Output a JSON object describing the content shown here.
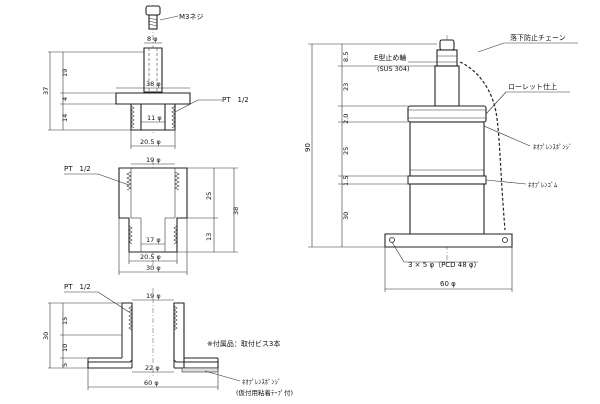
{
  "top_part": {
    "callout_m3": "M3ネジ",
    "dim_8": "8 φ",
    "dim_38": "38 φ",
    "dim_11": "11 φ",
    "dim_20_5": "20.5 φ",
    "dim_37": "37",
    "dim_19": "19",
    "dim_4": "4",
    "dim_14": "14",
    "callout_pt": "PT　1/2"
  },
  "mid_part": {
    "callout_pt": "PT　1/2",
    "dim_19": "19 φ",
    "dim_17": "17 φ",
    "dim_20_5": "20.5 φ",
    "dim_30": "30 φ",
    "dim_25": "25",
    "dim_13": "13",
    "dim_38": "38"
  },
  "bottom_part": {
    "callout_pt": "PT　1/2",
    "dim_19": "19 φ",
    "dim_22": "22 φ",
    "dim_60": "60 φ",
    "dim_30": "30",
    "dim_15": "15",
    "dim_10": "10",
    "dim_5": "5",
    "note": "※付属品：取付ビス3本",
    "label_sponge": "ﾈｵﾌﾟﾚﾝｽﾎﾟﾝｼﾞ",
    "label_tape": "(仮付用粘着ﾃｰﾌﾟ付)"
  },
  "assembly": {
    "label_eclip": "E型止め輪",
    "label_sus": "(SUS 304)",
    "label_chain": "落下防止チェーン",
    "label_knurl": "ローレット仕上",
    "label_sponge": "ﾈｵﾌﾟﾚﾝｽﾎﾟﾝｼﾞ",
    "label_rubber": "ﾈｵﾌﾟﾚﾝｺﾞﾑ",
    "dim_90": "90",
    "dim_8_5": "8.5",
    "dim_23": "23",
    "dim_2_0": "2.0",
    "dim_25": "25",
    "dim_1_5": "1.5",
    "dim_30": "30",
    "dim_holes": "3 × 5 φ（PCD 48 φ）",
    "dim_60": "60 φ"
  }
}
